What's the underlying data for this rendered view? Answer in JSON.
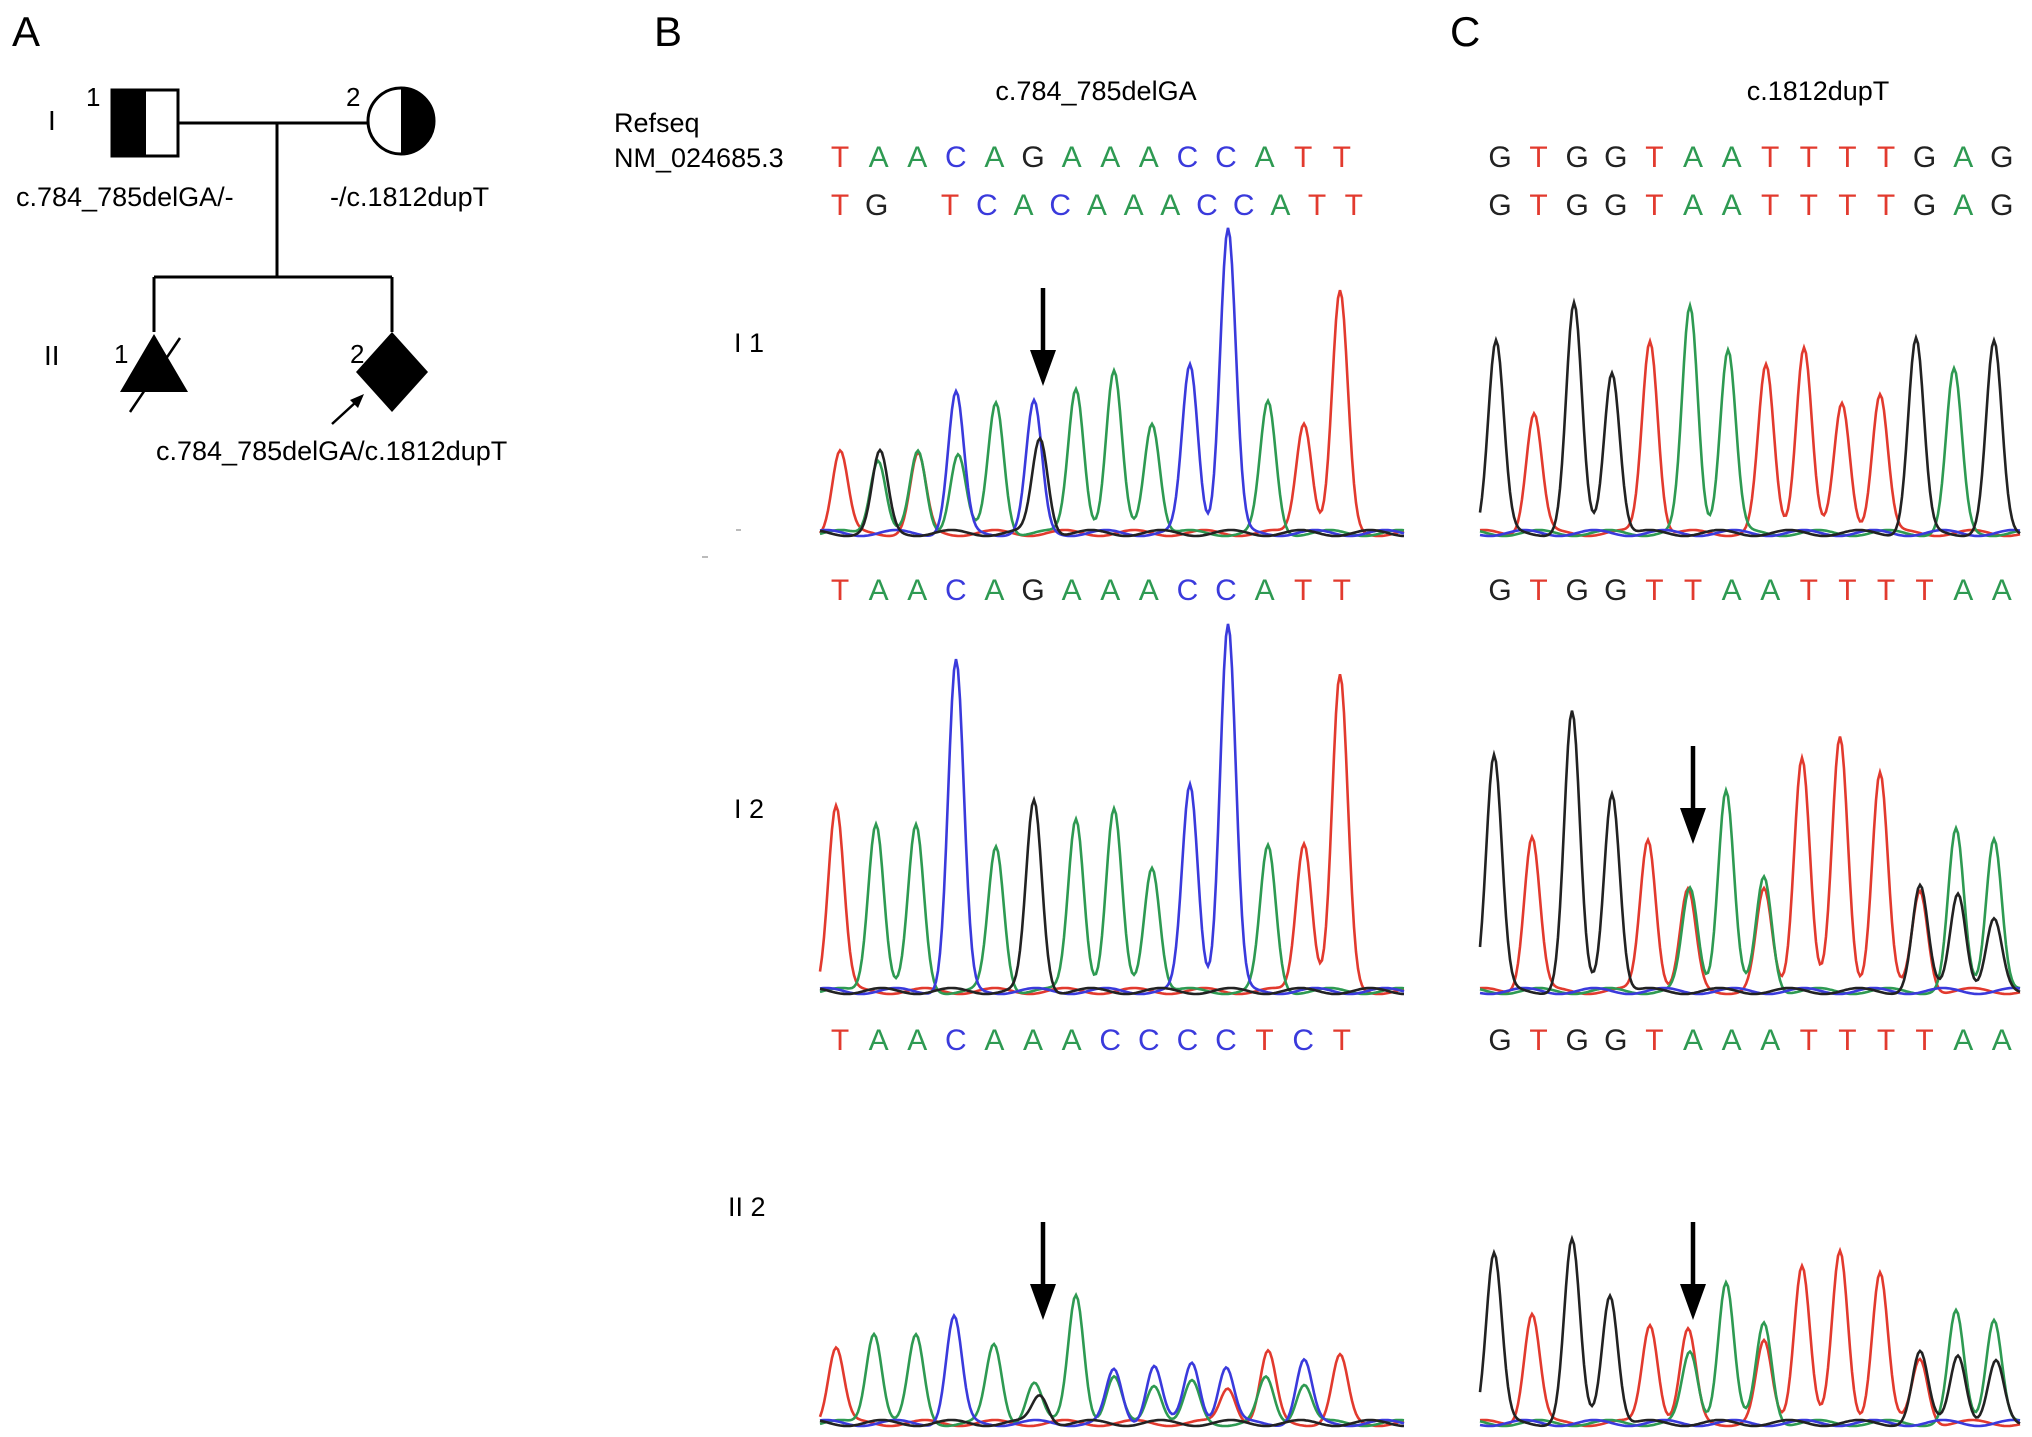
{
  "panels": {
    "A": {
      "letter": "A",
      "gen_I": "I",
      "gen_II": "II",
      "father_num": "1",
      "mother_num": "2",
      "child1_num": "1",
      "child2_num": "2",
      "father_genotype": "c.784_785delGA/-",
      "mother_genotype": "-/c.1812dupT",
      "proband_genotype": "c.784_785delGA/c.1812dupT"
    },
    "B": {
      "letter": "B",
      "title": "c.784_785delGA",
      "refseq_label_1": "Refseq",
      "refseq_label_2": "NM_024685.3",
      "ref_seq": [
        "T",
        "A",
        "A",
        "C",
        "A",
        "G",
        "A",
        "A",
        "A",
        "C",
        "C",
        "A",
        "T",
        "T"
      ],
      "I1_seq": [
        "T",
        "G",
        "",
        "T",
        "C",
        "A",
        "C",
        "A",
        "A",
        "A",
        "C",
        "C",
        "A",
        "T",
        "T"
      ],
      "I2_seq": [
        "T",
        "A",
        "A",
        "C",
        "A",
        "G",
        "A",
        "A",
        "A",
        "C",
        "C",
        "A",
        "T",
        "T"
      ],
      "II2_seq": [
        "T",
        "A",
        "A",
        "C",
        "A",
        "A",
        "A",
        "C",
        "C",
        "C",
        "C",
        "T",
        "C",
        "T"
      ]
    },
    "C": {
      "letter": "C",
      "title": "c.1812dupT",
      "ref_seq": [
        "G",
        "T",
        "G",
        "G",
        "T",
        "A",
        "A",
        "T",
        "T",
        "T",
        "T",
        "G",
        "A",
        "G"
      ],
      "I1_seq": [
        "G",
        "T",
        "G",
        "G",
        "T",
        "A",
        "A",
        "T",
        "T",
        "T",
        "T",
        "G",
        "A",
        "G"
      ],
      "I2_seq": [
        "G",
        "T",
        "G",
        "G",
        "T",
        "T",
        "A",
        "A",
        "T",
        "T",
        "T",
        "T",
        "A",
        "A"
      ],
      "II2_seq": [
        "G",
        "T",
        "G",
        "G",
        "T",
        "A",
        "A",
        "A",
        "T",
        "T",
        "T",
        "T",
        "A",
        "A"
      ]
    }
  },
  "row_labels": {
    "I1": "I 1",
    "I2": "I 2",
    "II2": "II 2"
  },
  "base_colors": {
    "A": "#2e9a52",
    "C": "#3a3adc",
    "G": "#222222",
    "T": "#e23a2e"
  }
}
